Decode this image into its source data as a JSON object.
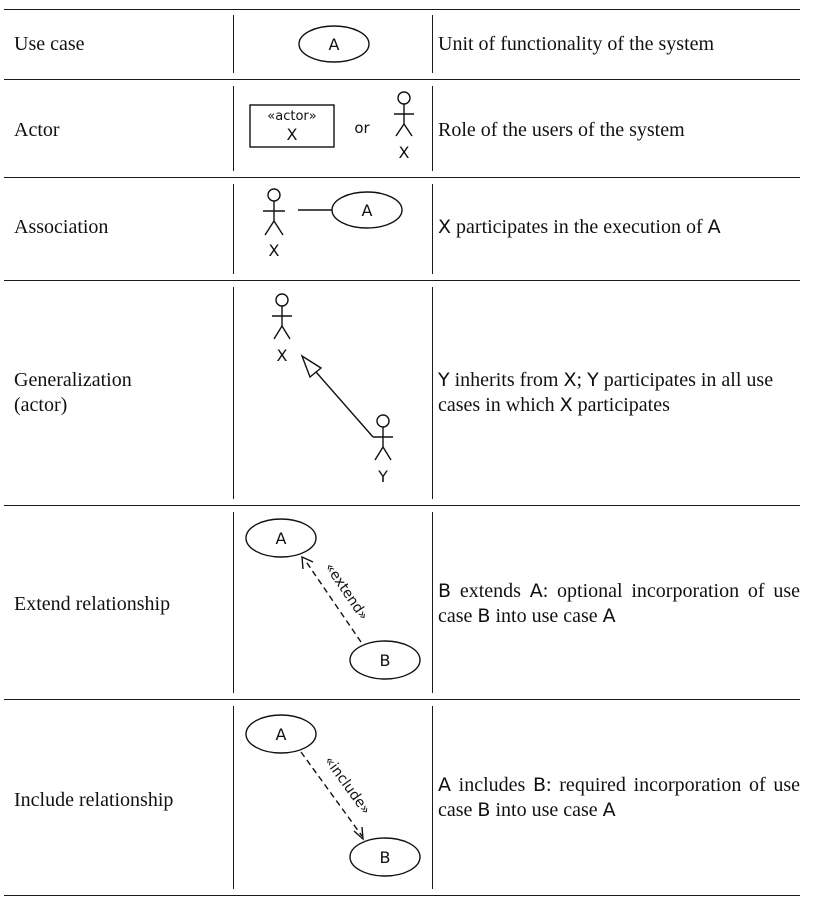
{
  "rows": [
    {
      "name": "Use case",
      "figure": {
        "usecase": "A"
      },
      "desc": [
        "Unit of functionality of the system"
      ]
    },
    {
      "name": "Actor",
      "figure": {
        "stereotype": "«actor»",
        "actor": "X",
        "or": "or"
      },
      "desc": [
        "Role of the users of the system"
      ]
    },
    {
      "name": "Association",
      "figure": {
        "actor": "X",
        "usecase": "A"
      },
      "desc": [
        {
          "sans": "X"
        },
        " participates in the execution of ",
        {
          "sans": "A"
        }
      ]
    },
    {
      "name_lines": [
        "Generalization",
        "(actor)"
      ],
      "figure": {
        "parent": "X",
        "child": "Y"
      },
      "desc": [
        {
          "sans": "Y"
        },
        " inherits from ",
        {
          "sans": "X"
        },
        "; ",
        {
          "sans": "Y"
        },
        " participates in all use cases in which ",
        {
          "sans": "X"
        },
        " participates"
      ]
    },
    {
      "name": "Extend relationship",
      "figure": {
        "from": "B",
        "to": "A",
        "stereotype": "«extend»"
      },
      "desc": [
        {
          "sans": "B"
        },
        " extends ",
        {
          "sans": "A"
        },
        ": optional incorporation of use case ",
        {
          "sans": "B"
        },
        " into use case ",
        {
          "sans": "A"
        }
      ]
    },
    {
      "name": "Include relationship",
      "figure": {
        "from": "A",
        "to": "B",
        "stereotype": "«include»"
      },
      "desc": [
        {
          "sans": "A"
        },
        " includes ",
        {
          "sans": "B"
        },
        ": required incorporation of use case ",
        {
          "sans": "B"
        },
        " into use case ",
        {
          "sans": "A"
        }
      ]
    }
  ]
}
